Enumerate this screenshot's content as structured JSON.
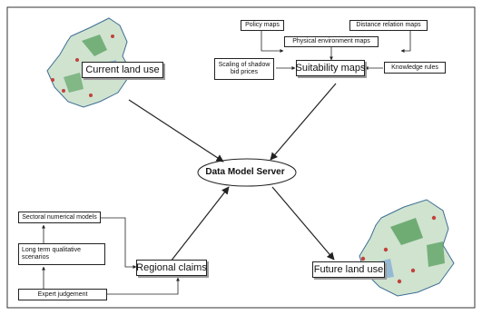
{
  "diagram": {
    "center": "Data Model Server",
    "nodes": {
      "current_land_use": "Current land use",
      "suitability_maps": "Suitability maps",
      "regional_claims": "Regional claims",
      "future_land_use": "Future land use",
      "policy_maps": "Policy maps",
      "distance_relation_maps": "Distance relation maps",
      "physical_environment_maps": "Physical environment maps",
      "scaling_shadow_bid_prices": "Scaling of shadow bid prices",
      "knowledge_rules": "Knowledge rules",
      "sectoral_numerical_models": "Sectoral numerical models",
      "long_term_scenarios": "Long term qualitative scenarios",
      "expert_judgement": "Expert judgement"
    },
    "colors": {
      "map_base": "#cfe3cf",
      "map_green": "#4f9a55",
      "map_red": "#c2423a",
      "map_water": "#7aa6d6",
      "arrow": "#222222"
    }
  }
}
